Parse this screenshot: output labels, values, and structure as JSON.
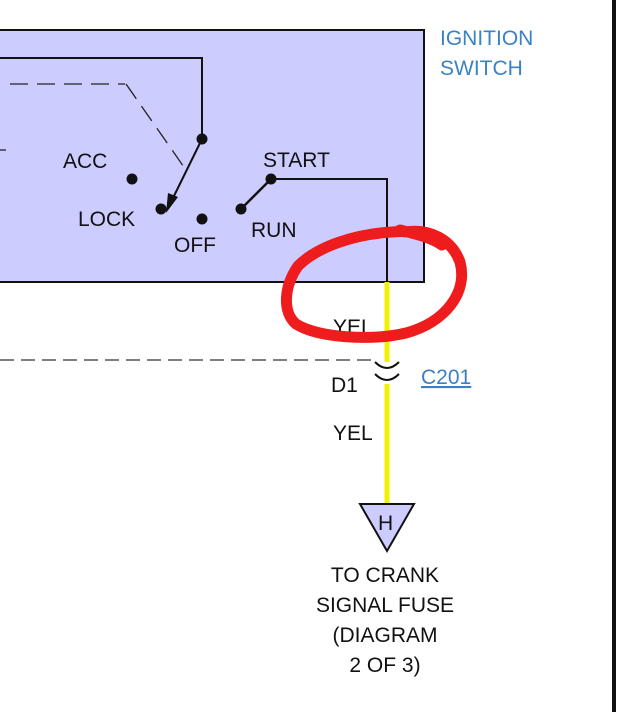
{
  "switch": {
    "title_line1": "IGNITION",
    "title_line2": "SWITCH",
    "positions": {
      "acc": "ACC",
      "lock": "LOCK",
      "off": "OFF",
      "run": "RUN",
      "start": "START"
    }
  },
  "wire": {
    "color_label_upper": "YEL",
    "color_label_lower": "YEL",
    "wire_color": "#f2f200"
  },
  "connector": {
    "pin": "D1",
    "id": "C201"
  },
  "terminal": {
    "letter": "H",
    "caption": [
      "TO CRANK",
      "SIGNAL FUSE",
      "(DIAGRAM",
      "2 OF 3)"
    ]
  },
  "colors": {
    "switch_fill": "#ccccff",
    "annotation_circle": "#ee1c1c",
    "title_blue": "#3b82c4"
  }
}
